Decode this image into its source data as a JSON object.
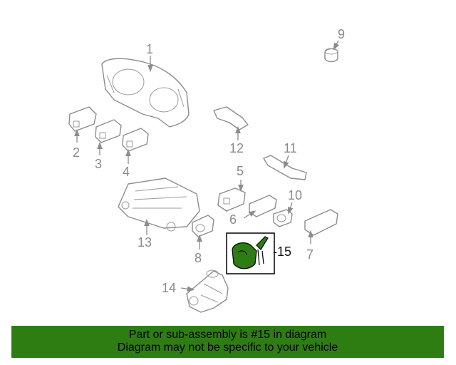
{
  "callouts": {
    "c1": "1",
    "c2": "2",
    "c3": "3",
    "c4": "4",
    "c5": "5",
    "c6": "6",
    "c7": "7",
    "c8": "8",
    "c9": "9",
    "c10": "10",
    "c11": "11",
    "c12": "12",
    "c13": "13",
    "c14": "14",
    "c15": "-15"
  },
  "highlight": {
    "part": "15",
    "fill_color": "#2e7d13",
    "box_color": "#000000"
  },
  "banner": {
    "line1": "Part or sub-assembly is #15 in diagram",
    "line2": "Diagram may not be specific to your vehicle",
    "background": "#2e7d13"
  }
}
